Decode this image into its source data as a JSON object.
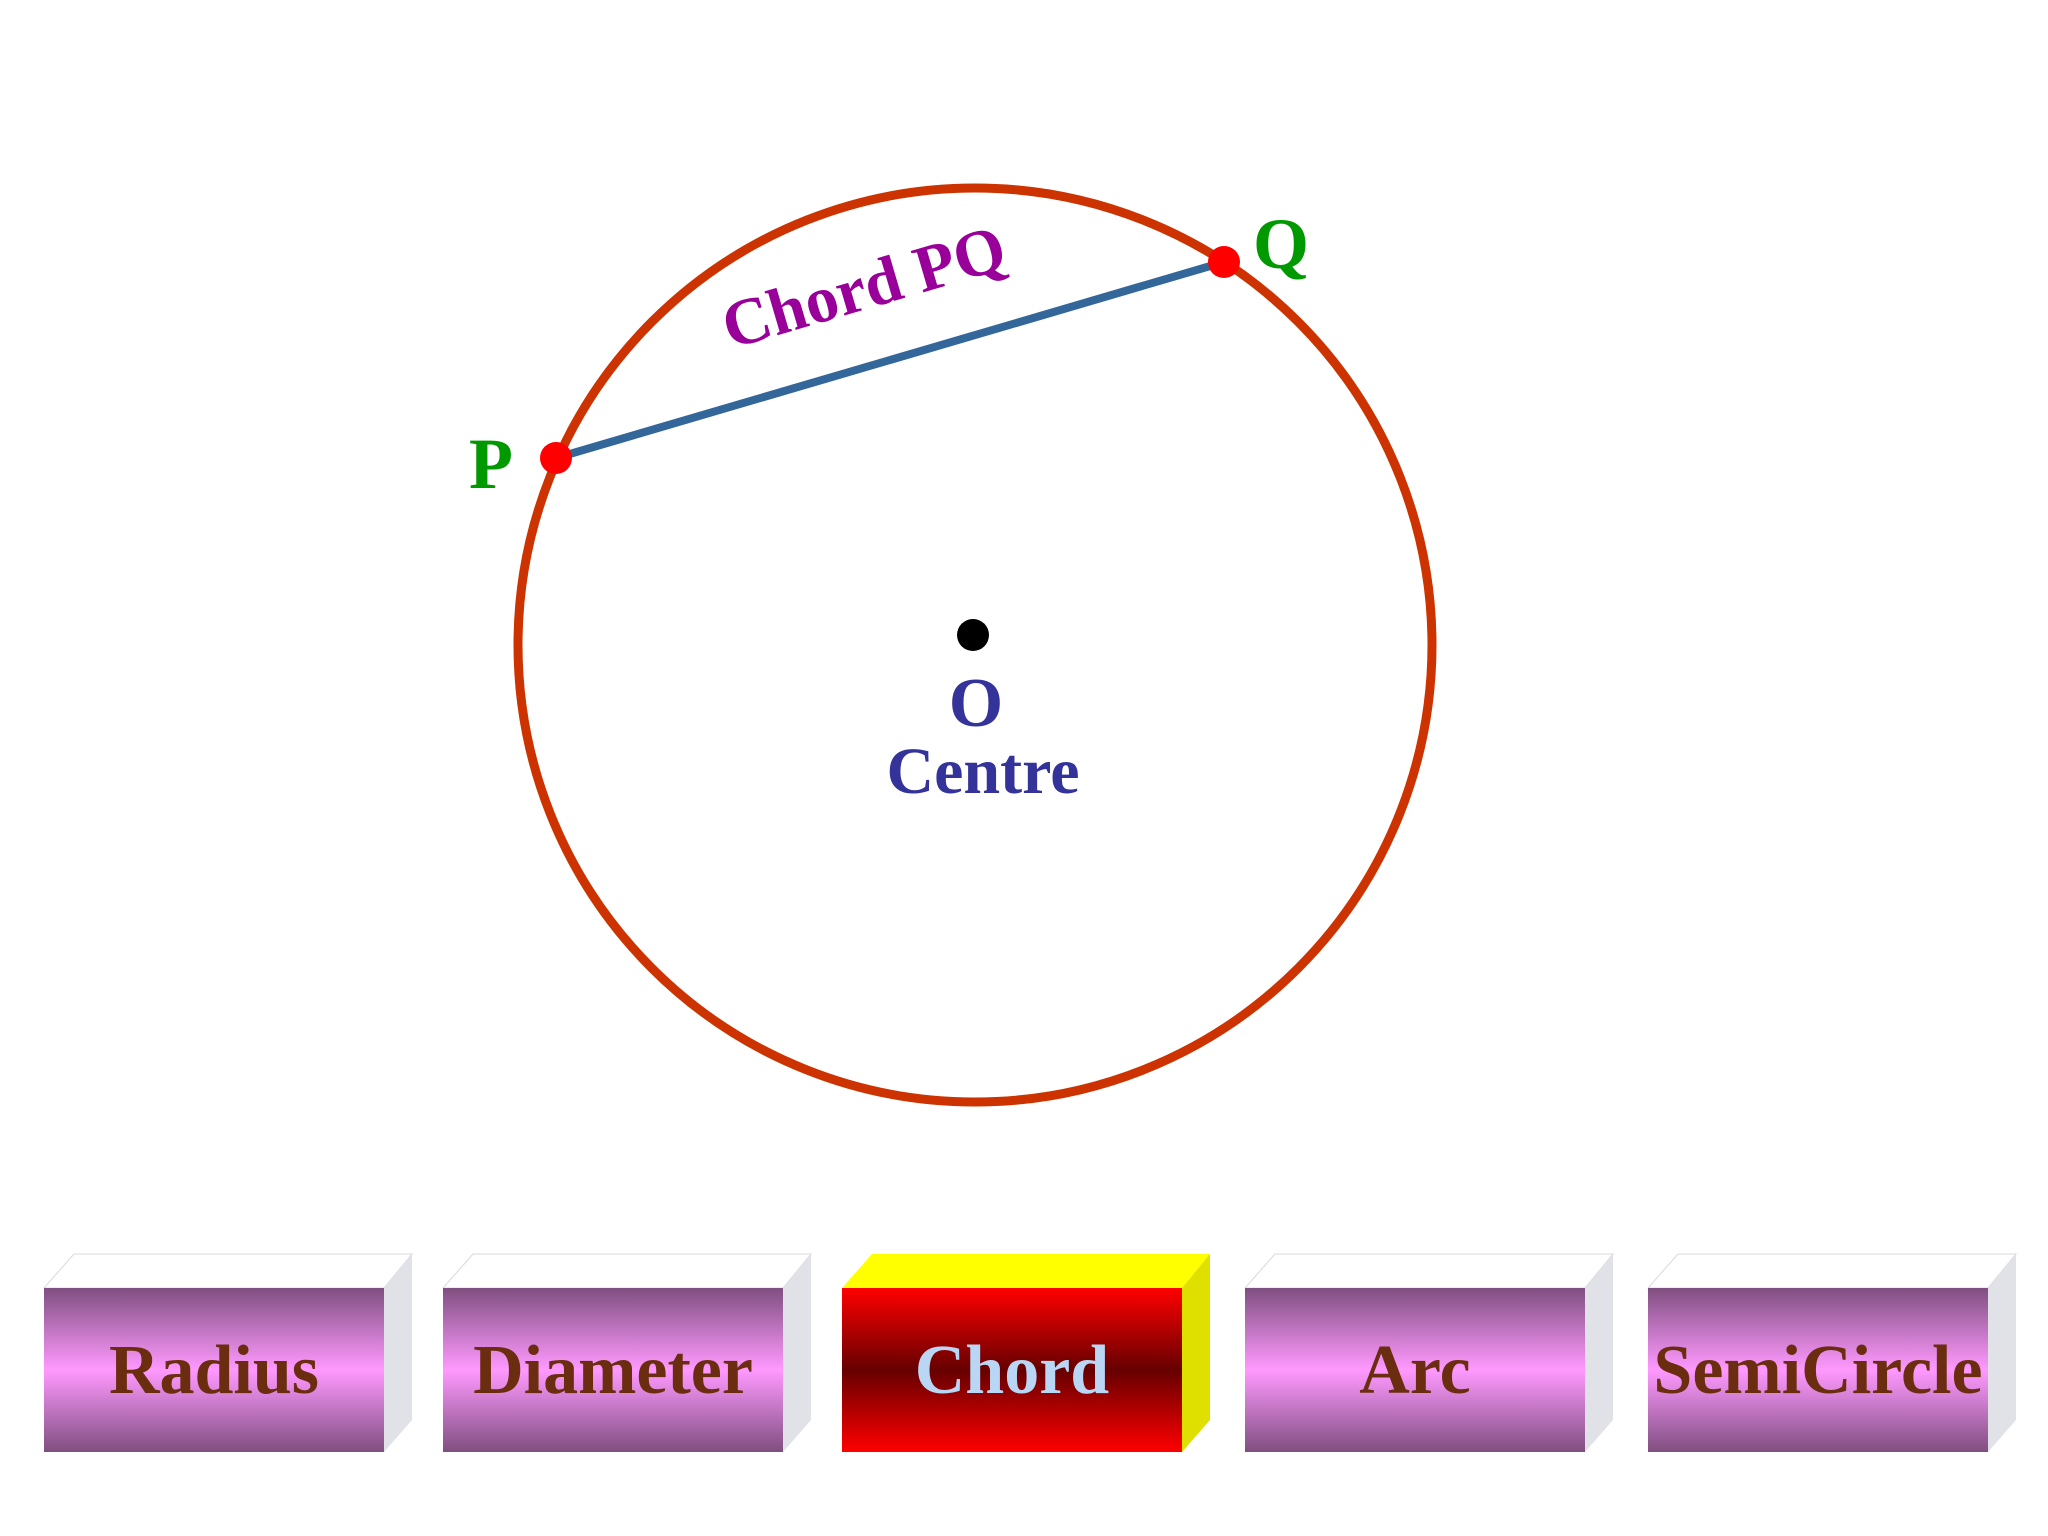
{
  "diagram": {
    "point_p_label": "P",
    "point_q_label": "Q",
    "chord_label": "Chord PQ",
    "center_letter": "O",
    "center_caption": "Centre",
    "colors": {
      "circle": "#cc3300",
      "chord_line": "#336699",
      "endpoint_dots": "#ff0000",
      "point_labels": "#009900",
      "chord_label": "#990099",
      "center_text": "#333399",
      "center_dot": "#000000"
    }
  },
  "nav": {
    "selected": "Chord",
    "buttons": [
      {
        "label_lines": [
          "Radius"
        ]
      },
      {
        "label_lines": [
          "Diameter"
        ]
      },
      {
        "label_lines": [
          "Chord"
        ]
      },
      {
        "label_lines": [
          "Arc"
        ]
      },
      {
        "label_lines": [
          "Semi",
          "Circle"
        ]
      }
    ],
    "colors": {
      "button_face_mid": "#ff99ff",
      "button_face_edge": "#7f4f80",
      "button_text": "#6b2d0f",
      "active_face_mid": "#660000",
      "active_face_edge": "#ff0000",
      "active_top": "#ffff00",
      "active_side": "#e0e000",
      "active_text": "#b9d7f5"
    }
  }
}
